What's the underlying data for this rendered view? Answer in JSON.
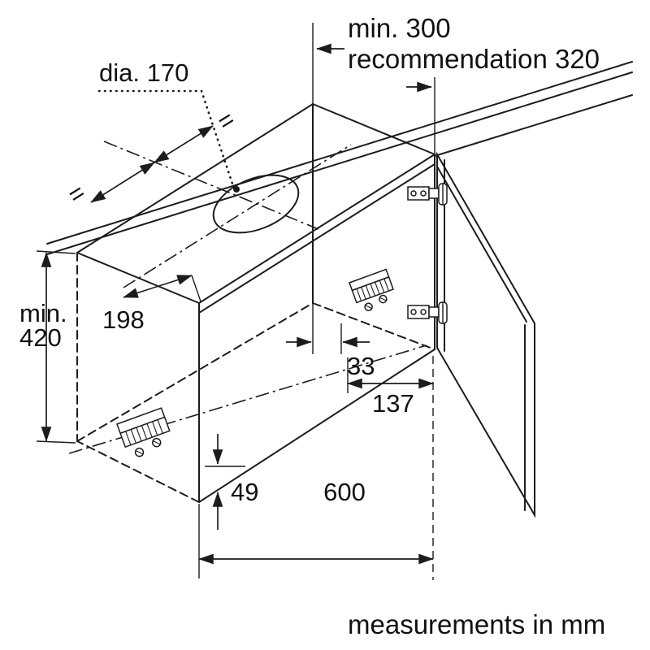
{
  "diagram": {
    "footer_note": "measurements in mm",
    "dimensions": {
      "depth_min": "min. 300",
      "depth_recommendation": "recommendation 320",
      "hole_diameter": "dia. 170",
      "height_min_label": "min.",
      "height_min_value": "420",
      "hole_center_distance": "198",
      "equal_left": "=",
      "equal_right": "=",
      "rail_inset": "33",
      "hinge_distance": "137",
      "rail_bottom_offset": "49",
      "cabinet_width": "600"
    },
    "colors": {
      "line": "#1c1c1c",
      "background": "#ffffff"
    }
  }
}
